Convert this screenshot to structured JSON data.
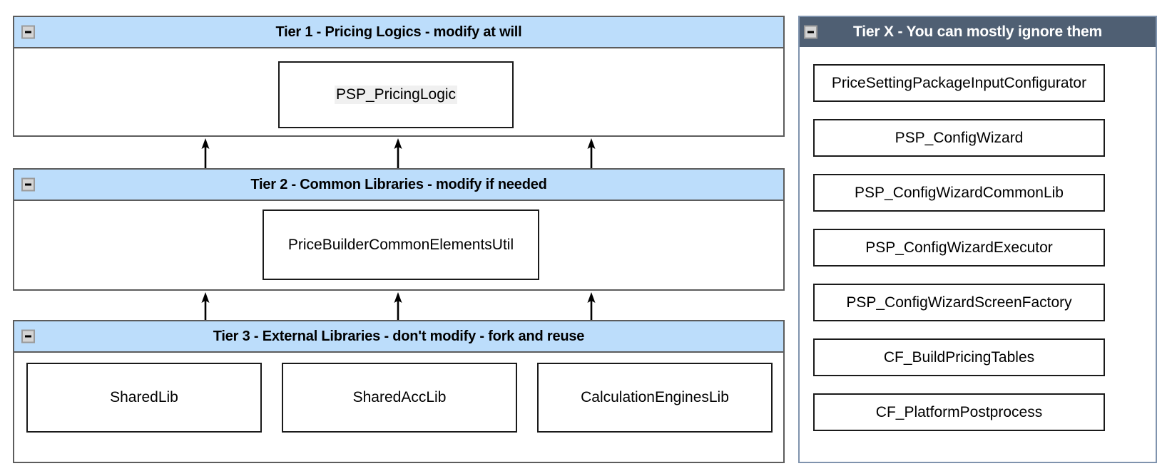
{
  "diagram": {
    "tiers": [
      {
        "id": "tier1",
        "title": "Tier 1 - Pricing Logics - modify at will",
        "collapse_icon": "minus-icon",
        "header_color": "#bcddfb",
        "nodes": [
          {
            "label": "PSP_PricingLogic",
            "highlighted": true
          }
        ]
      },
      {
        "id": "tier2",
        "title": "Tier 2 - Common Libraries - modify if needed",
        "collapse_icon": "minus-icon",
        "header_color": "#bcddfb",
        "nodes": [
          {
            "label": "PriceBuilderCommonElementsUtil",
            "highlighted": false
          }
        ]
      },
      {
        "id": "tier3",
        "title": "Tier 3 - External Libraries - don't modify - fork and reuse",
        "collapse_icon": "minus-icon",
        "header_color": "#bcddfb",
        "nodes": [
          {
            "label": "SharedLib",
            "highlighted": false
          },
          {
            "label": "SharedAccLib",
            "highlighted": false
          },
          {
            "label": "CalculationEnginesLib",
            "highlighted": false
          }
        ]
      }
    ],
    "connectors": {
      "style": "arrow-up",
      "color": "#000000",
      "tier3_to_tier2_count": 3,
      "tier2_to_tier1_count": 3
    },
    "side_panel": {
      "id": "tierx",
      "title": "Tier X - You can mostly ignore them",
      "collapse_icon": "minus-icon",
      "header_color": "#4f5f73",
      "header_text_color": "#ffffff",
      "items": [
        {
          "label": "PriceSettingPackageInputConfigurator"
        },
        {
          "label": "PSP_ConfigWizard"
        },
        {
          "label": "PSP_ConfigWizardCommonLib"
        },
        {
          "label": "PSP_ConfigWizardExecutor"
        },
        {
          "label": "PSP_ConfigWizardScreenFactory"
        },
        {
          "label": "CF_BuildPricingTables"
        },
        {
          "label": "CF_PlatformPostprocess"
        }
      ]
    }
  }
}
